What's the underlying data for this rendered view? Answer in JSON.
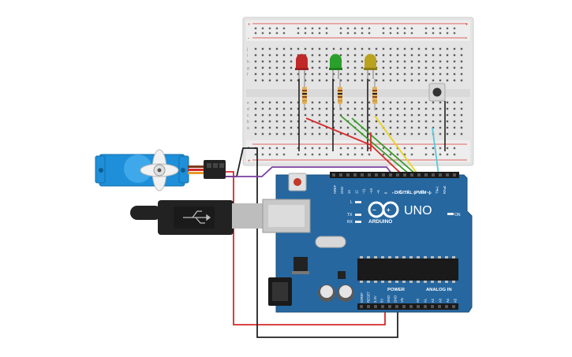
{
  "board": {
    "model": "UNO",
    "brand": "ARDUINO",
    "digital_label": "DIGITAL (PWM~)",
    "power_label": "POWER",
    "analog_label": "ANALOG IN",
    "on_label": "ON",
    "l_label": "L",
    "tx_label": "TX",
    "rx_label": "RX",
    "aref": "AREF",
    "gnd": "GND",
    "digital_pins": [
      "13",
      "12",
      "~11",
      "~10",
      "~9",
      "8",
      "7",
      "~6",
      "~5",
      "4",
      "~3",
      "2",
      "TX▸1",
      "RX◂0"
    ],
    "power_pins": [
      "IOREF",
      "RESET",
      "3.3V",
      "5V",
      "GND",
      "GND",
      "Vin"
    ],
    "analog_pins": [
      "A0",
      "A1",
      "A2",
      "A3",
      "A4",
      "A5"
    ]
  },
  "breadboard": {
    "row_letters_top": [
      "j",
      "i",
      "h",
      "g",
      "f"
    ],
    "row_letters_bottom": [
      "e",
      "d",
      "c",
      "b",
      "a"
    ],
    "plus": "+",
    "minus": "-"
  },
  "components": {
    "leds": [
      "red",
      "green",
      "yellow"
    ],
    "colors": {
      "board": "#2667a0",
      "breadboard": "#e6e6e6",
      "led_red": "#c0282a",
      "led_green": "#2aa02a",
      "led_yellow": "#b8a21e",
      "wire_red": "#d42a2a",
      "wire_green": "#3a9b2a",
      "wire_yellow": "#e8d21a",
      "wire_purple": "#7b3fa0",
      "wire_cyan": "#5ac8d8",
      "wire_black": "#222222",
      "servo": "#1e8fd8"
    }
  }
}
